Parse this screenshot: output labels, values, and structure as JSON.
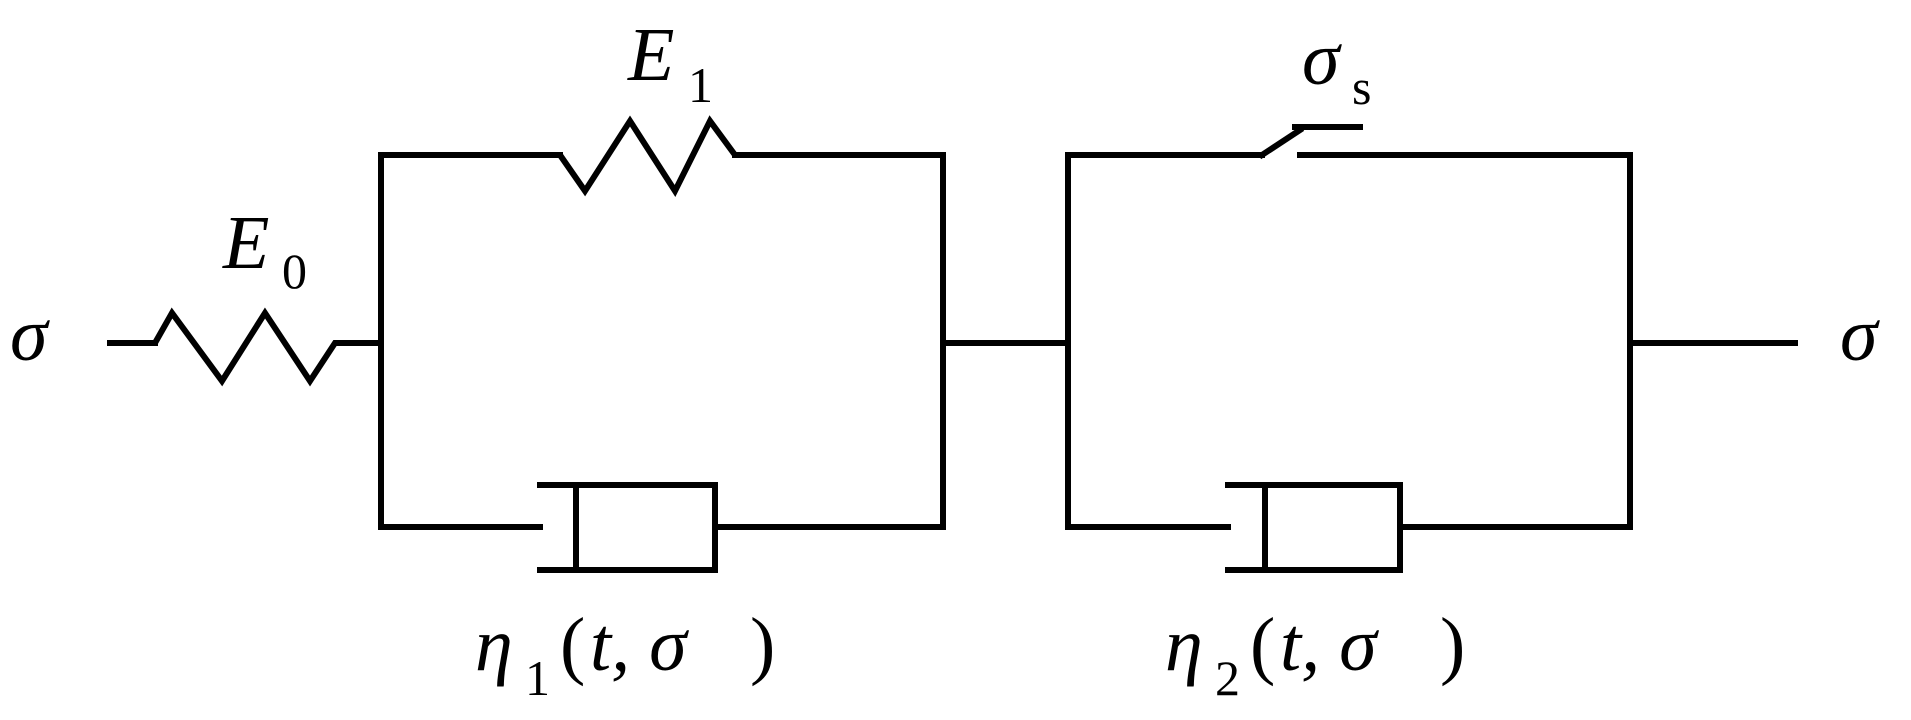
{
  "labels": {
    "sigma_left": "σ",
    "sigma_right": "σ",
    "e0_main": "E",
    "e0_sub": "0",
    "e1_main": "E",
    "e1_sub": "1",
    "sigma_s_main": "σ",
    "sigma_s_sub": "s",
    "eta1_main": "η",
    "eta1_sub": "1",
    "eta1_args": "t, σ",
    "eta2_main": "η",
    "eta2_sub": "2",
    "eta2_args": "t, σ"
  },
  "colors": {
    "line": "#000000",
    "background": "#ffffff"
  }
}
